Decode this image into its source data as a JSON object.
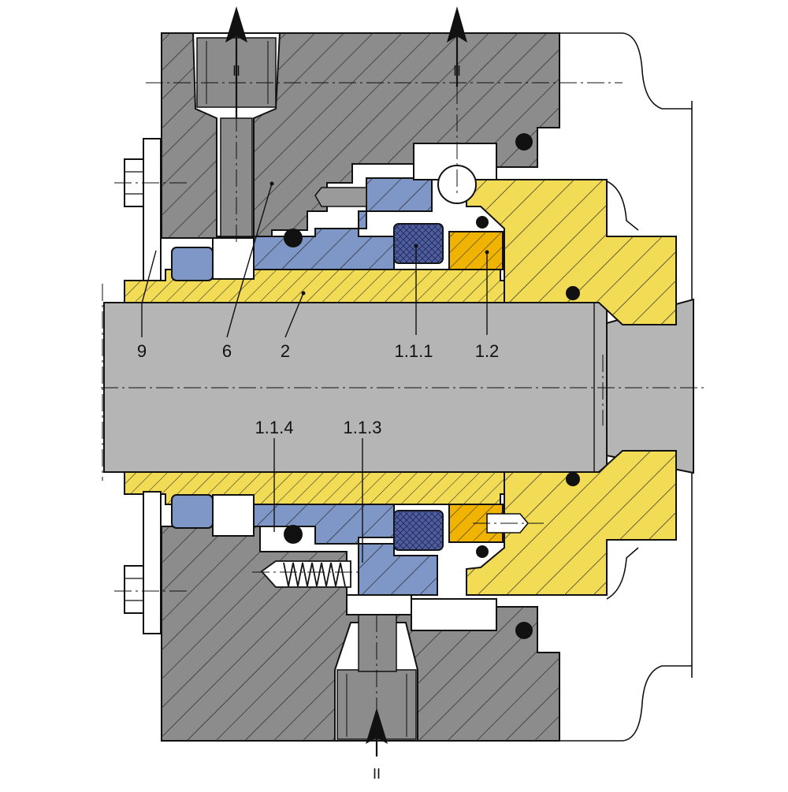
{
  "colors": {
    "housing": "#8c8c8c",
    "shaft": "#b5b5b5",
    "sleeve": "#f2dc55",
    "seat": "#f0b400",
    "blue_part": "#7f97c6",
    "carbon_ring": "#4e5ea0",
    "oring": "#111111",
    "line": "#111111",
    "white": "#ffffff"
  },
  "labels": {
    "part_9": "9",
    "part_6": "6",
    "part_2": "2",
    "part_1_1_1": "1.1.1",
    "part_1_2": "1.2",
    "part_1_1_4": "1.1.4",
    "part_1_1_3": "1.1.3",
    "port_top_left": "II",
    "port_top_right": "II",
    "port_bottom": "II"
  }
}
